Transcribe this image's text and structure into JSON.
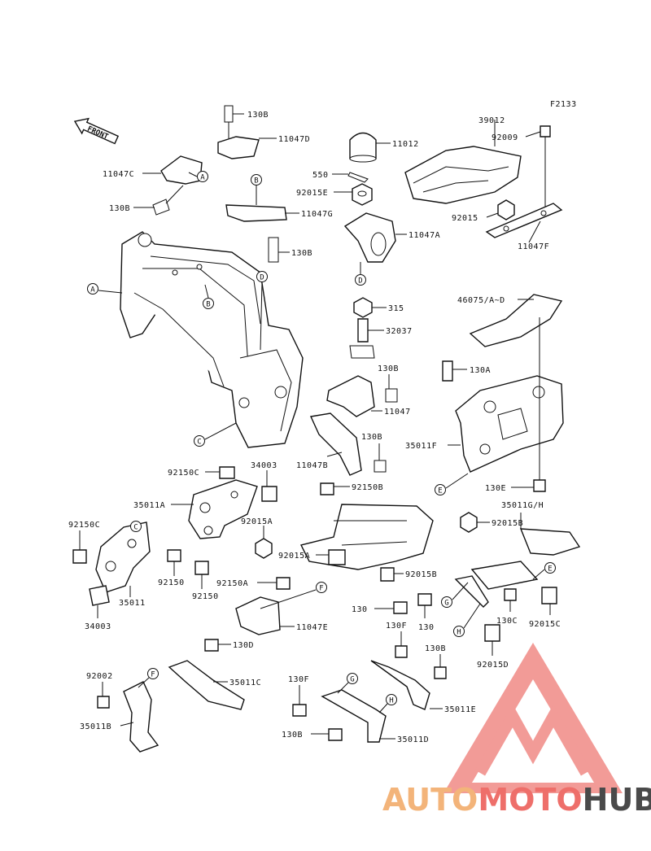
{
  "figure_code": "F2133",
  "front_label": "FRONT",
  "watermark": {
    "part1": "AUTO",
    "part2": "MOTO",
    "part3": "HUB",
    "colors": {
      "logo": "#f08a86",
      "auto": "#f3b47a",
      "moto": "#ee6f6a",
      "hub": "#4a4a4a"
    }
  },
  "callouts": {
    "A": "A",
    "B": "B",
    "C": "C",
    "D": "D",
    "E": "E",
    "F": "F",
    "G": "G",
    "H": "H"
  },
  "parts": {
    "p130b_top": "130B",
    "p11047d": "11047D",
    "p11047c": "11047C",
    "p130b_left": "130B",
    "p11047g": "11047G",
    "p130b_mid": "130B",
    "p11012": "11012",
    "p550": "550",
    "p92015e": "92015E",
    "p11047a": "11047A",
    "p315": "315",
    "p32037": "32037",
    "p39012": "39012",
    "p92009": "92009",
    "p92015": "92015",
    "p11047f": "11047F",
    "p46075": "46075/A~D",
    "p130a": "130A",
    "p35011f": "35011F",
    "p130e": "130E",
    "p130b_center": "130B",
    "p11047": "11047",
    "p130b_center2": "130B",
    "p11047b": "11047B",
    "p92150c_top": "92150C",
    "p34003_top": "34003",
    "p35011a": "35011A",
    "p92015a_top": "92015A",
    "p92150b": "92150B",
    "p35011gh": "35011G/H",
    "p92015b_right": "92015B",
    "p92150c_left": "92150C",
    "p92150": "92150",
    "p35011": "35011",
    "p34003_bottom": "34003",
    "p92015a_mid": "92015A",
    "p92150a": "92150A",
    "p92015b_mid": "92015B",
    "p130_a": "130",
    "p130_b": "130",
    "p130c": "130C",
    "p92015c": "92015C",
    "p11047e": "11047E",
    "p130d": "130D",
    "p130f_top": "130F",
    "p130b_low": "130B",
    "p92015d": "92015D",
    "p92002": "92002",
    "p35011c": "35011C",
    "p35011b": "35011B",
    "p130f_low": "130F",
    "p35011e": "35011E",
    "p130b_bottom": "130B",
    "p35011d": "35011D"
  }
}
